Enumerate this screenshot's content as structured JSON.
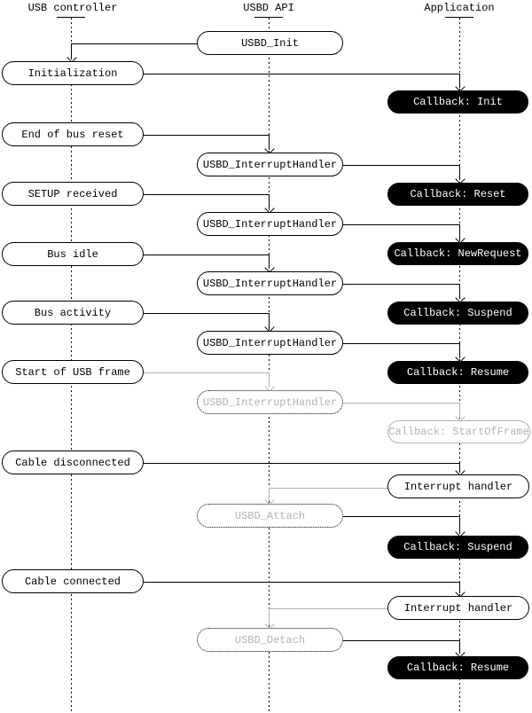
{
  "lanes": [
    {
      "label": "USB controller"
    },
    {
      "label": "USBD API"
    },
    {
      "label": "Application"
    }
  ],
  "nodes": {
    "usbd_init": "USBD_Init",
    "initialization": "Initialization",
    "cb_init": "Callback: Init",
    "end_of_bus_reset": "End of bus reset",
    "ih1": "USBD_InterruptHandler",
    "cb_reset": "Callback: Reset",
    "setup_received": "SETUP received",
    "ih2": "USBD_InterruptHandler",
    "cb_newrequest": "Callback: NewRequest",
    "bus_idle": "Bus idle",
    "ih3": "USBD_InterruptHandler",
    "cb_suspend_1": "Callback: Suspend",
    "bus_activity": "Bus activity",
    "ih4": "USBD_InterruptHandler",
    "cb_resume_1": "Callback: Resume",
    "start_of_usb_frame": "Start of USB frame",
    "ih5": "USBD_InterruptHandler",
    "cb_startofframe": "Callback: StartOfFrame",
    "cable_disconnected": "Cable disconnected",
    "interrupt_handler_1": "Interrupt handler",
    "usbd_attach": "USBD_Attach",
    "cb_suspend_2": "Callback: Suspend",
    "cable_connected": "Cable connected",
    "interrupt_handler_2": "Interrupt handler",
    "usbd_detach": "USBD_Detach",
    "cb_resume_2": "Callback: Resume"
  },
  "colors": {
    "line": "#000000",
    "muted": "#b3b3b3",
    "node_bg": "#ffffff",
    "callback_bg": "#000000",
    "callback_text": "#ffffff"
  }
}
